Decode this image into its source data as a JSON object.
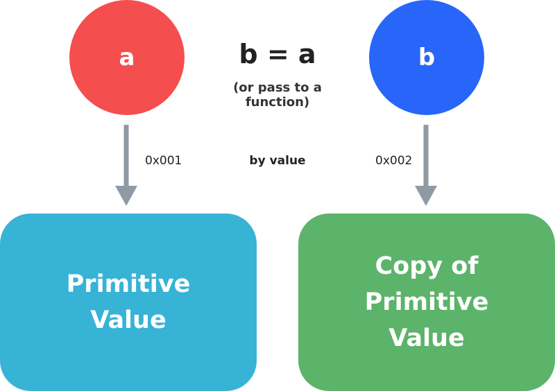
{
  "colors": {
    "node_a": "#f44e4e",
    "node_b": "#2866fa",
    "box_primitive": "#37b3d6",
    "box_copy": "#5cb36a",
    "arrow": "#8f9aa5"
  },
  "nodes": {
    "a": "a",
    "b": "b"
  },
  "assignment": {
    "expr": "b = a",
    "note": "(or pass to a function)"
  },
  "connectors": {
    "addr_a": "0x001",
    "addr_b": "0x002",
    "mode": "by value"
  },
  "boxes": {
    "primitive": "Primitive Value",
    "copy": "Copy of Primitive Value"
  }
}
